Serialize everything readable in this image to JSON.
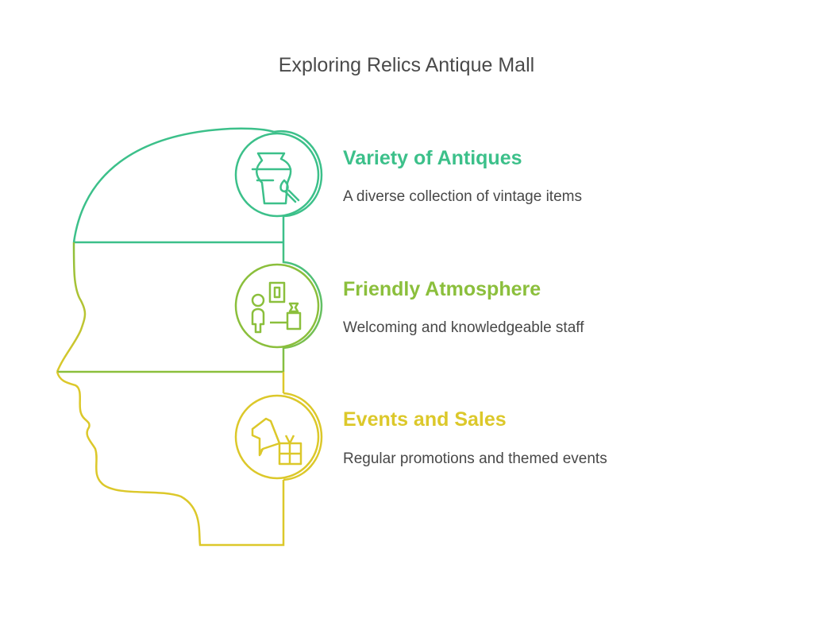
{
  "title": "Exploring Relics Antique Mall",
  "colors": {
    "teal": "#3cc08a",
    "green": "#8bbf3c",
    "yellow": "#dcc82a",
    "text": "#4a4a4a"
  },
  "items": [
    {
      "title": "Variety of Antiques",
      "description": "A diverse collection of vintage items",
      "icon": "vase-brush-icon",
      "color": "#3cc08a"
    },
    {
      "title": "Friendly Atmosphere",
      "description": "Welcoming and knowledgeable staff",
      "icon": "person-frame-vase-icon",
      "color": "#8bbf3c"
    },
    {
      "title": "Events and Sales",
      "description": "Regular promotions and themed events",
      "icon": "megaphone-gift-icon",
      "color": "#dcc82a"
    }
  ]
}
